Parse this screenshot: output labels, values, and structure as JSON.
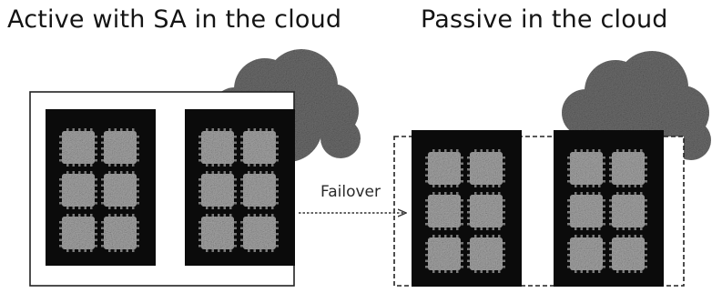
{
  "headings": {
    "active": "Active with SA in the cloud",
    "passive": "Passive in the cloud"
  },
  "arrow": {
    "label": "Failover"
  },
  "icons": {
    "cloud": "cloud-icon",
    "server": "server-rack-icon",
    "chip": "processor-chip-icon",
    "arrow": "arrow-right-icon"
  },
  "colors": {
    "text": "#141414",
    "server_body": "#0b0b0b",
    "chip": "#a7a7a7",
    "cloud": "#6e6e6e",
    "frame": "#222222"
  },
  "sites": [
    {
      "id": "active",
      "state": "Active",
      "border_style": "solid",
      "server_count": 2,
      "chips_per_server": 6
    },
    {
      "id": "passive",
      "state": "Passive",
      "border_style": "dashed",
      "server_count": 2,
      "chips_per_server": 6
    }
  ]
}
